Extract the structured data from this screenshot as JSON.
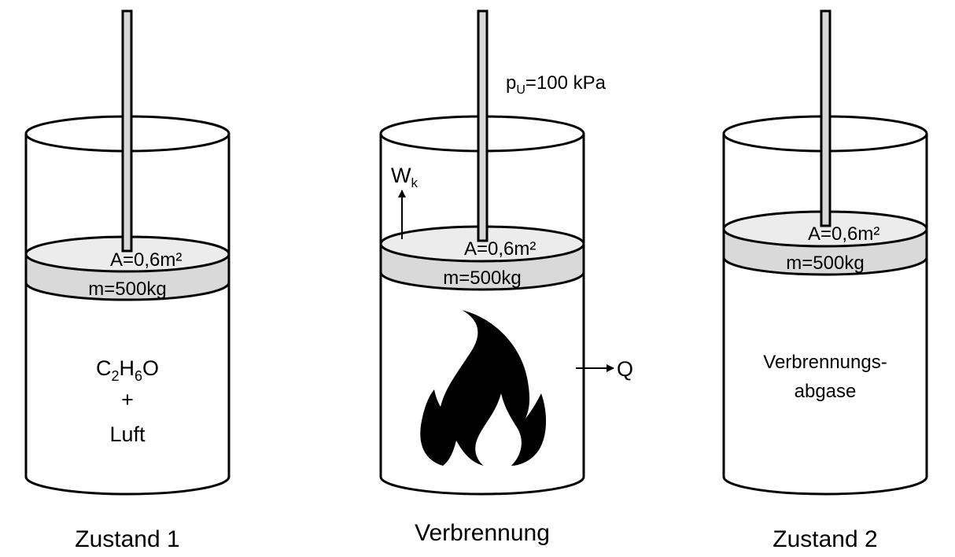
{
  "cylinders": [
    {
      "piston_area": "A=0,6m²",
      "piston_mass": "m=500kg",
      "content": {
        "species": [
          {
            "el": "C",
            "sub": "2"
          },
          {
            "el": "H",
            "sub": "6"
          },
          {
            "el": "O",
            "sub": ""
          }
        ],
        "plus": "+",
        "line3": "Luft"
      },
      "caption": "Zustand 1"
    },
    {
      "piston_area": "A=0,6m²",
      "piston_mass": "m=500kg",
      "ambient_pressure": {
        "symbol": "p",
        "sub": "U",
        "value": "=100 kPa"
      },
      "work": {
        "symbol": "W",
        "sub": "k"
      },
      "heat": "Q",
      "flame_icon": "flame-icon",
      "caption": "Verbrennung"
    },
    {
      "piston_area": "A=0,6m²",
      "piston_mass": "m=500kg",
      "content": {
        "line1": "Verbrennungs-",
        "line2": "abgase"
      },
      "caption": "Zustand 2"
    }
  ]
}
